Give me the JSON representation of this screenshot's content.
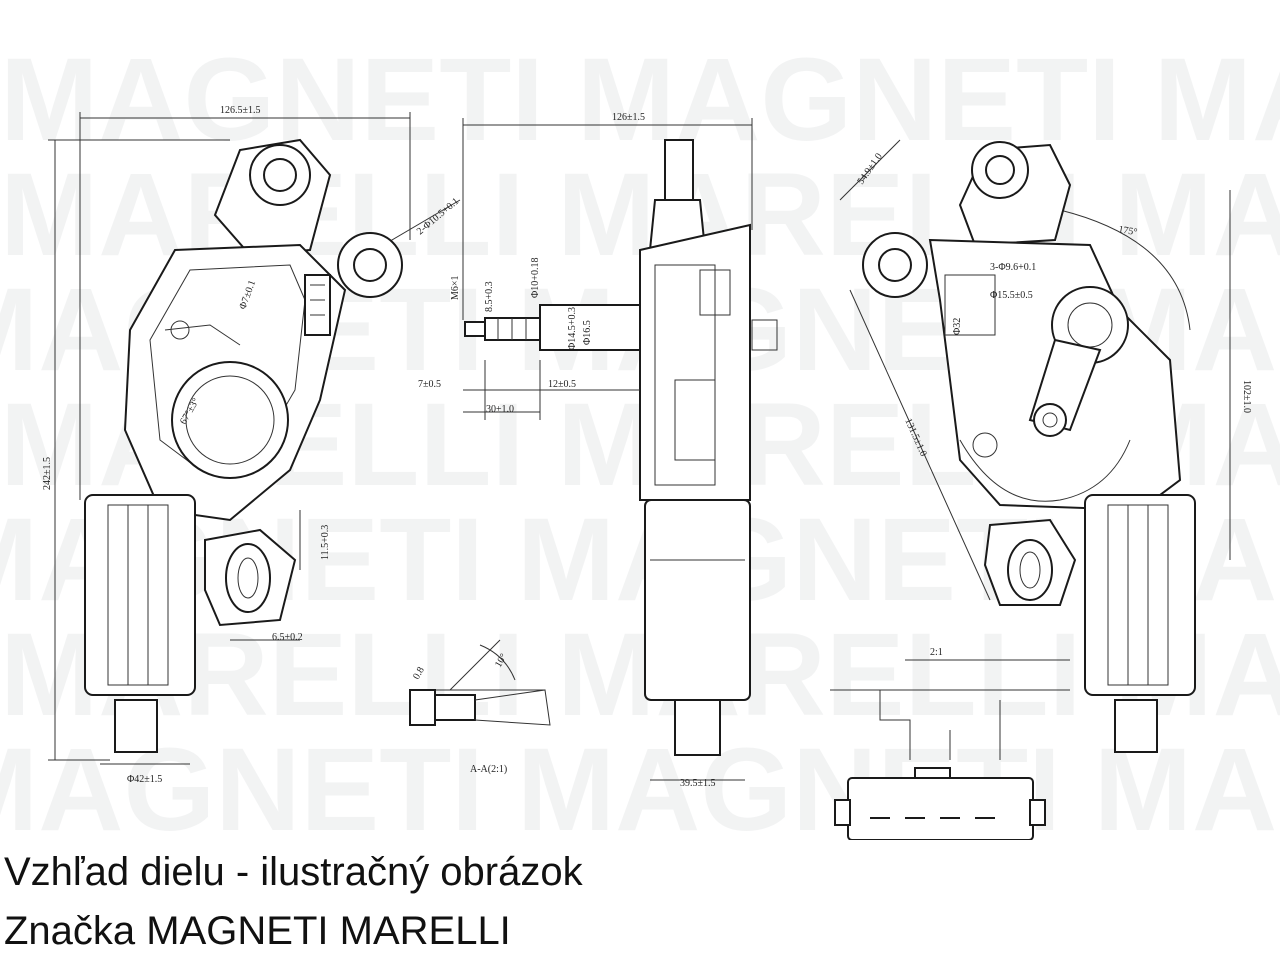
{
  "caption": {
    "line1": "Vzhľad dielu - ilustračný obrázok",
    "line2": "Značka MAGNETI MARELLI"
  },
  "watermark": {
    "row_a": "MAGNETI MAGNETI MAGNETI",
    "row_b": "MARELLI MARELLI MARELLI"
  },
  "dimensions": {
    "left_top_width": "126.5±1.5",
    "left_height": "242±1.5",
    "left_bottom_dia": "Φ42±1.5",
    "left_hole": "2-Φ10.5+0.1",
    "left_arc": "Φ7±0.1",
    "left_angle": "67°±3°",
    "left_gap": "11.5+0.3",
    "left_slot": "6.5+0.2",
    "mid_top_width": "126±1.5",
    "mid_shaft_a": "M6×1",
    "mid_shaft_b": "8.5+0.3",
    "mid_shaft_c": "Φ10+0.18",
    "mid_shaft_d": "Φ14.5+0.3",
    "mid_shaft_e": "Φ16.5",
    "mid_seg_a": "7±0.5",
    "mid_seg_b": "12±0.5",
    "mid_seg_c": "30±1.0",
    "mid_bottom": "39.5±1.5",
    "detail_label": "A-A(2:1)",
    "detail_a": "0.8",
    "detail_b": "10°",
    "right_diag": "54.9±1.0",
    "right_angle": "175°",
    "right_height": "102±1.0",
    "right_long": "131.5±1.0",
    "right_note_a": "3-Φ9.6+0.1",
    "right_note_b": "Φ15.5±0.5",
    "right_note_c": "Φ32",
    "connector_scale": "2:1"
  }
}
